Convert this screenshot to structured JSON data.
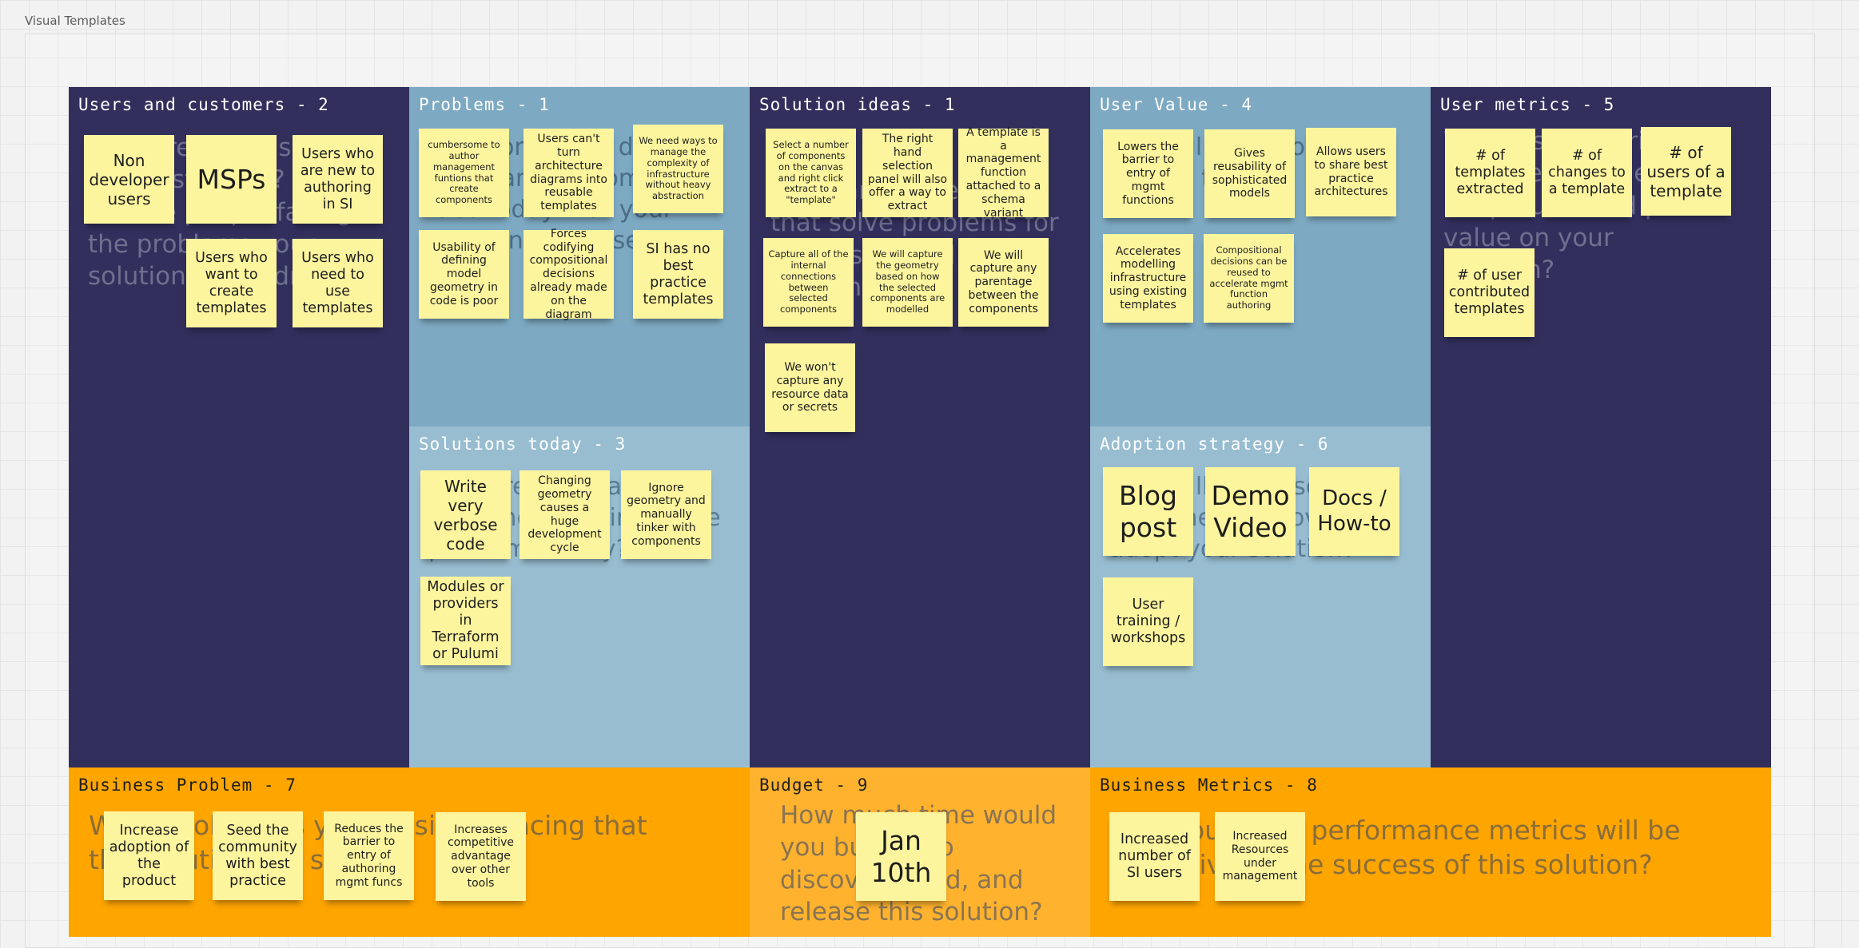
{
  "board": {
    "title": "Visual Templates",
    "colors": {
      "dark": "#322f5d",
      "blue": "#7da9c2",
      "light_blue": "#98bdd0",
      "orange": "#ffa500",
      "budget": "#ffb22e",
      "sticky": "#fdf59e"
    }
  },
  "sections": {
    "users_customers": {
      "title": "Users and customers - 2",
      "prompt": "Who are your users and customers? Who are the people facing the problems your solution will address?",
      "notes": [
        "Non developer users",
        "MSPs",
        "Users who are new to authoring in SI",
        "Users who want to create templates",
        "Users who need to use templates"
      ]
    },
    "problems": {
      "title": "Problems - 1",
      "prompt": "What problems do your users and customers face today that your solution addresses?",
      "notes": [
        "cumbersome to author management funtions that create components",
        "Users can't turn architecture diagrams into reusable templates",
        "We need ways to manage the complexity of infrastructure without heavy abstraction",
        "Usability of defining model geometry in code is poor",
        "Forces codifying compositional decisions already made on the diagram",
        "SI has no best practice templates"
      ]
    },
    "solutions_today": {
      "title": "Solutions today - 3",
      "prompt": "How are users and customers solving these problems today?",
      "notes": [
        "Write very verbose code",
        "Changing geometry causes a huge development cycle",
        "Ignore geometry and manually tinker with components",
        "Modules or providers in Terraform or Pulumi"
      ]
    },
    "solution_ideas": {
      "title": "Solution ideas - 1",
      "prompt": "What are some ideas that solve problems for your users and customers?",
      "notes": [
        "Select a number of components on the canvas and right click extract to a \"template\"",
        "The right hand selection panel will also offer a way to extract",
        "A template is a management function attached to a schema variant",
        "Capture all of the internal connections between selected components",
        "We will capture the geometry based on how the selected components are modelled",
        "We will capture any parentage between the components",
        "We won't capture any resource data or secrets"
      ]
    },
    "user_value": {
      "title": "User Value - 4",
      "prompt": "How will your solution benefit them?",
      "notes": [
        "Lowers the barrier to entry of mgmt functions",
        "Gives reusability of sophisticated models",
        "Allows users to share best practice architectures",
        "Accelerates modelling infrastructure using existing templates",
        "Compositional decisions can be reused to accelerate mgmt function authoring"
      ]
    },
    "adoption_strategy": {
      "title": "Adoption strategy - 6",
      "prompt": "How will your users and customers discover and adopt your solution?",
      "notes": [
        "Blog post",
        "Demo Video",
        "Docs / How-to",
        "User training / workshops"
      ]
    },
    "user_metrics": {
      "title": "User metrics - 5",
      "prompt": "What user metrics will indicate that they adopt, use, and place value on your solution?",
      "notes": [
        "# of templates extracted",
        "# of changes to a template",
        "# of users of a template",
        "# of user contributed templates"
      ]
    },
    "business_problem": {
      "title": "Business Problem - 7",
      "prompt": "What problem is your business facing that this solution will solve?",
      "notes": [
        "Increase adoption of the product",
        "Seed the community with best practice",
        "Reduces the barrier to entry of authoring mgmt funcs",
        "Increases competitive advantage over other tools"
      ]
    },
    "budget": {
      "title": "Budget - 9",
      "prompt": "How much time would you budget to discover, build, and release this solution?",
      "notes": [
        "Jan 10th"
      ]
    },
    "business_metrics": {
      "title": "Business Metrics - 8",
      "prompt": "What business performance metrics will be indicative of the success of this solution?",
      "notes": [
        "Increased number of SI users",
        "Increased Resources under management"
      ]
    }
  }
}
